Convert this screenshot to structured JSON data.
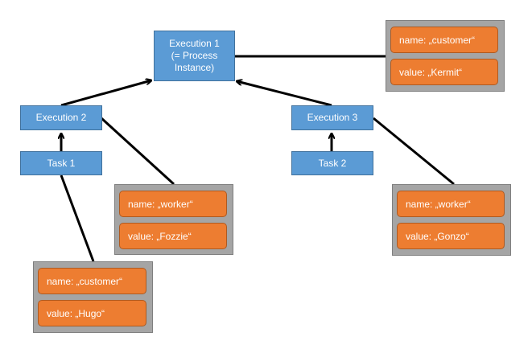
{
  "colors": {
    "node_fill": "#5b9bd5",
    "node_border": "#41719c",
    "var_fill": "#ed7d31",
    "var_border": "#ae5a21",
    "group_fill": "#a5a5a5",
    "group_border": "#7f7f7f",
    "line": "#000000"
  },
  "nodes": {
    "execution1": "Execution 1\n(= Process\nInstance)",
    "execution2": "Execution 2",
    "execution3": "Execution 3",
    "task1": "Task 1",
    "task2": "Task 2"
  },
  "variables": {
    "customer_kermit": {
      "name": "name: „customer“",
      "value": "value: „Kermit“"
    },
    "worker_fozzie": {
      "name": "name: „worker“",
      "value": "value: „Fozzie“"
    },
    "customer_hugo": {
      "name": "name: „customer“",
      "value": "value: „Hugo“"
    },
    "worker_gonzo": {
      "name": "name: „worker“",
      "value": "value: „Gonzo“"
    }
  }
}
